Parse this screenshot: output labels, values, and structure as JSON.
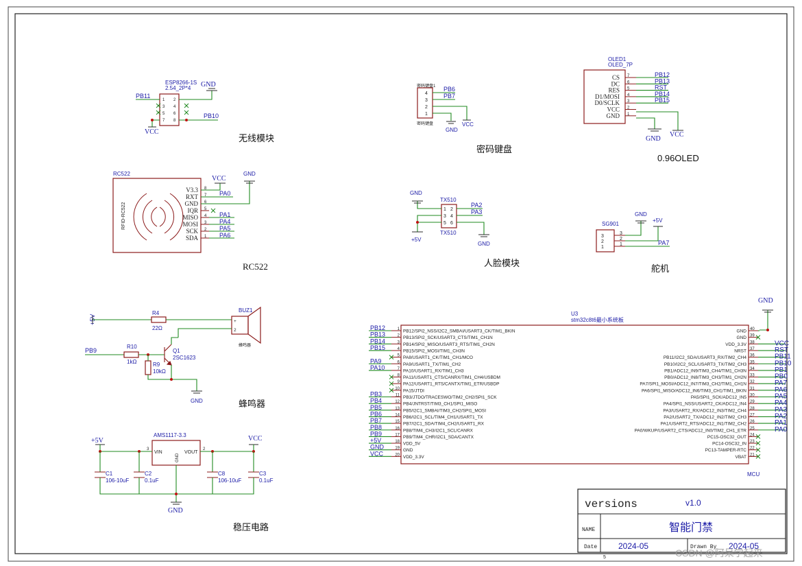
{
  "modules": {
    "wifi": {
      "label": "无线模块",
      "part": "ESP8266-1S",
      "footprint": "2.54_2P*4",
      "nets": [
        "PB11",
        "PB10",
        "GND",
        "VCC"
      ],
      "pins_left": [
        "1",
        "3",
        "5",
        "7"
      ],
      "pins_right": [
        "2",
        "4",
        "6",
        "8"
      ]
    },
    "keypad": {
      "label": "密码键盘",
      "part": "密码键盘1",
      "footer": "密码键盘",
      "nets": [
        "PB6",
        "PB7",
        "GND",
        "VCC"
      ],
      "pins": [
        "4",
        "3",
        "2",
        "1"
      ]
    },
    "oled": {
      "label": "0.96OLED",
      "ref": "OLED1",
      "part": "OLED_7P",
      "pins": [
        "CS",
        "DC",
        "RES",
        "D1/MOSI",
        "D0/SCLK",
        "VCC",
        "GND"
      ],
      "pin_numbers": [
        "7",
        "6",
        "5",
        "4",
        "3",
        "2",
        "1"
      ],
      "nets": [
        "PB12",
        "PB13",
        "RST",
        "PB14",
        "PB15"
      ],
      "gnd": "GND",
      "vcc": "VCC"
    },
    "rc522": {
      "label": "RC522",
      "ref": "RC522",
      "body": "RFID-RC522",
      "pins": [
        "V3.3",
        "RXT",
        "GND",
        "IQR",
        "MISO",
        "MOSI",
        "SCK",
        "SDA"
      ],
      "pin_numbers": [
        "8",
        "7",
        "6",
        "5",
        "4",
        "3",
        "2",
        "1"
      ],
      "nets": [
        "VCC",
        "PA0",
        "GND",
        "PA1",
        "PA4",
        "PA5",
        "PA6"
      ]
    },
    "face": {
      "label": "人脸模块",
      "ref": "TX510",
      "footer": "TX510",
      "pins_left": [
        "1",
        "3",
        "5"
      ],
      "pins_right": [
        "2",
        "4",
        "6"
      ],
      "nets": [
        "GND",
        "PA2",
        "PA3",
        "+5V",
        "GND"
      ]
    },
    "servo": {
      "label": "舵机",
      "ref": "SG901",
      "pins": [
        "3",
        "2",
        "1"
      ],
      "nets": [
        "GND",
        "+5V",
        "PA7"
      ]
    },
    "buzzer": {
      "label": "蜂鸣器",
      "vcc": "+5V",
      "r4": "R4",
      "r4v": "22Ω",
      "r10": "R10",
      "r10v": "1kΩ",
      "r9": "R9",
      "r9v": "10kΩ",
      "q1": "Q1",
      "q1v": "2SC1623",
      "buz": "BUZ1",
      "buzv": "蜂鸣器",
      "in": "PB9",
      "gnd": "GND"
    },
    "regulator": {
      "label": "稳压电路",
      "part": "AMS1117-3.3",
      "vin": "VIN",
      "vout": "VOUT",
      "gndpin": "GND",
      "in": "+5V",
      "out": "VCC",
      "gnd": "GND",
      "caps": [
        {
          "ref": "C1",
          "val": "106-10uF"
        },
        {
          "ref": "C2",
          "val": "0.1uF"
        },
        {
          "ref": "C8",
          "val": "106-10uF"
        },
        {
          "ref": "C3",
          "val": "0.1uF"
        }
      ]
    }
  },
  "mcu": {
    "label": "MCU",
    "ref": "U3",
    "part": "stm32c8t6最小系统板",
    "left_pins": [
      {
        "n": "1",
        "name": "PB12/SPI2_NSS/I2C2_SMBAI/USART3_CK/TIM1_BKIN",
        "net": "PB12"
      },
      {
        "n": "2",
        "name": "PB13/SPI2_SCK/USART3_CTS/TIM1_CH1N",
        "net": "PB13"
      },
      {
        "n": "3",
        "name": "PB14/SPI2_MISO/USART3_RTS/TIM1_CH2N",
        "net": "PB14"
      },
      {
        "n": "4",
        "name": "PB15/SPI2_MOSI/TIM1_CH3N",
        "net": "PB15"
      },
      {
        "n": "5",
        "name": "PA8/USART1_CK/TIM1_CH1/MCO",
        "net": ""
      },
      {
        "n": "6",
        "name": "PA9/USART1_TX/TIM1_CH2",
        "net": "PA9"
      },
      {
        "n": "7",
        "name": "PA10/USART1_RX/TIM1_CH3",
        "net": "PA10"
      },
      {
        "n": "8",
        "name": "PA11/USART1_CTS/CANRX/TIM1_CH4/USBDM",
        "net": ""
      },
      {
        "n": "9",
        "name": "PA12/USART1_RTS/CANTX/TIM1_ETR/USBDP",
        "net": ""
      },
      {
        "n": "10",
        "name": "PA15/JTDI",
        "net": ""
      },
      {
        "n": "11",
        "name": "PB3/JTDO/TRACESWO/TIM2_CH2/SPI1_SCK",
        "net": "PB3"
      },
      {
        "n": "12",
        "name": "PB4/JNTRST/TIM3_CH1/SPI1_MISO",
        "net": "PB4"
      },
      {
        "n": "13",
        "name": "PB5/I2C1_SMBAI/TIM3_CH2/SPI1_MOSI",
        "net": "PB5"
      },
      {
        "n": "14",
        "name": "PB6/I2C1_SCL/TIM4_CH1/USART1_TX",
        "net": "PB6"
      },
      {
        "n": "15",
        "name": "PB7/I2C1_SDA/TIM4_CH2/USART1_RX",
        "net": "PB7"
      },
      {
        "n": "16",
        "name": "PB8/TIM4_CH3/I2C1_SCL/CANRX",
        "net": "PB8"
      },
      {
        "n": "17",
        "name": "PB9/TIM4_CHR/I2C1_SDA/CANTX",
        "net": "PB9"
      },
      {
        "n": "18",
        "name": "VDD_5V",
        "net": "+5V"
      },
      {
        "n": "19",
        "name": "GND",
        "net": "GND"
      },
      {
        "n": "20",
        "name": "VDD_3.3V",
        "net": "VCC"
      }
    ],
    "right_pins": [
      {
        "n": "40",
        "name": "GND",
        "net": "GND"
      },
      {
        "n": "39",
        "name": "GND",
        "net": ""
      },
      {
        "n": "38",
        "name": "VDD_3.3V",
        "net": "VCC"
      },
      {
        "n": "37",
        "name": "NRST",
        "net": "RST"
      },
      {
        "n": "36",
        "name": "PB11/I2C2_SDA/USART3_RX/TIM2_CH4",
        "net": "PB11"
      },
      {
        "n": "35",
        "name": "PB10/I2C2_SCL/USART3_TX/TIM2_CH3",
        "net": "PB10"
      },
      {
        "n": "34",
        "name": "PB1/ADC12_IN9/TIM3_CH4/TIM1_CH3N",
        "net": "PB1"
      },
      {
        "n": "33",
        "name": "PB0/ADC12_IN8/TIM3_CH3/TIM1_CH2N",
        "net": "PB0"
      },
      {
        "n": "32",
        "name": "PA7/SPI1_MOSI/ADC12_IN7/TIM3_CH2/TIM1_CH1N",
        "net": "PA7"
      },
      {
        "n": "31",
        "name": "PA6/SPI1_MISO/ADC12_IN6/TIM3_CH1/TIM1_BKIN",
        "net": "PA6"
      },
      {
        "n": "30",
        "name": "PA5/SPI1_SCK/ADC12_IN5",
        "net": "PA5"
      },
      {
        "n": "29",
        "name": "PA4/SPI1_NSS/USART2_CK/ADC12_IN4",
        "net": "PA4"
      },
      {
        "n": "28",
        "name": "PA3/USART2_RX/ADC12_IN3/TIM2_CH4",
        "net": "PA3"
      },
      {
        "n": "27",
        "name": "PA2/USART2_TX/ADC12_IN2/TIM2_CH3",
        "net": "PA2"
      },
      {
        "n": "26",
        "name": "PA1/USART2_RTS/ADC12_IN1/TIM2_CH2",
        "net": "PA1"
      },
      {
        "n": "25",
        "name": "PA0/WKUP/USART2_CTS/ADC12_IN0/TIM2_CH1_ETR",
        "net": "PA0"
      },
      {
        "n": "24",
        "name": "PC15-OSC32_OUT",
        "net": ""
      },
      {
        "n": "23",
        "name": "PC14-OSC32_IN",
        "net": ""
      },
      {
        "n": "22",
        "name": "PC13-TAMPER-RTC",
        "net": ""
      },
      {
        "n": "21",
        "name": "VBAT",
        "net": ""
      }
    ],
    "top_gnd": "GND"
  },
  "title_block": {
    "versions_label": "versions",
    "version": "v1.0",
    "name_label": "NAME",
    "name": "智能门禁",
    "date_label": "Date",
    "date": "2024-05",
    "drawn_label": "Drawn By",
    "drawn": "2024-05",
    "sheet_no": "5"
  },
  "watermark": "CSDN @阿呆学起来",
  "colors": {
    "component": "#8b1a1a",
    "wire": "#1f8a1f",
    "net_label": "#1a1aa6",
    "junction": "#c01010"
  }
}
